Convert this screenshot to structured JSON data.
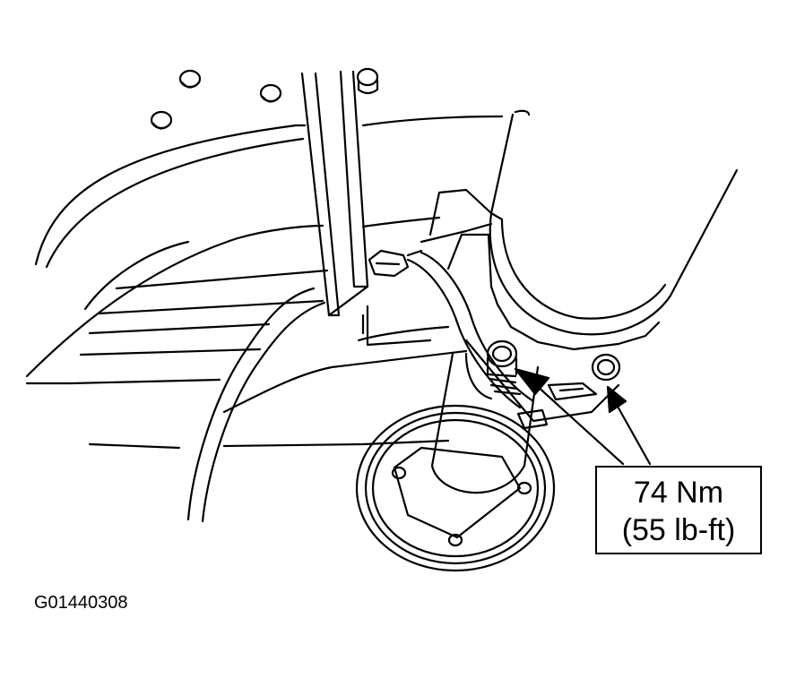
{
  "callout": {
    "torque_nm": "74 Nm",
    "torque_lbft": "(55 lb-ft)"
  },
  "figure_id": "G01440308",
  "colors": {
    "line": "#000000",
    "background": "#ffffff"
  }
}
